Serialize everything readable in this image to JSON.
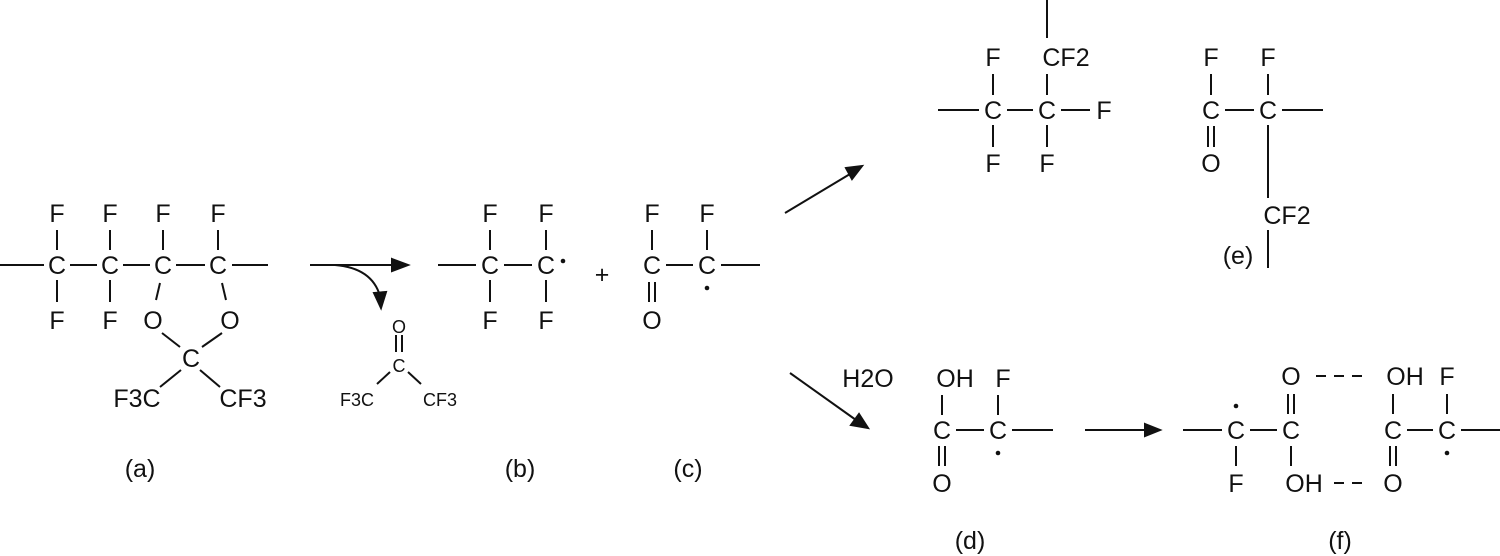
{
  "structures": {
    "a": {
      "label": "(a)",
      "atoms": [
        "C",
        "C",
        "C",
        "C",
        "F",
        "F",
        "F",
        "F",
        "F",
        "F",
        "O",
        "O",
        "C",
        "F3C",
        "CF3"
      ]
    },
    "ketone": {
      "atoms": [
        "O",
        "C",
        "F3C",
        "CF3"
      ]
    },
    "b": {
      "label": "(b)",
      "atoms": [
        "C",
        "C",
        "F",
        "F",
        "F",
        "F"
      ]
    },
    "plus": "+",
    "c": {
      "label": "(c)",
      "atoms": [
        "C",
        "C",
        "F",
        "F",
        "O"
      ]
    },
    "e": {
      "label": "(e)",
      "atoms": [
        "C",
        "C",
        "F",
        "F",
        "F",
        "F",
        "CF2",
        "C",
        "C",
        "F",
        "F",
        "O",
        "CF2"
      ]
    },
    "d": {
      "label": "(d)",
      "reagent": "H2O",
      "atoms": [
        "OH",
        "F",
        "C",
        "C",
        "O"
      ]
    },
    "f": {
      "label": "(f)",
      "atoms": [
        "C",
        "F",
        "C",
        "O",
        "OH",
        "OH",
        "F",
        "C",
        "C",
        "O"
      ]
    }
  },
  "colors": {
    "ink": "#111111",
    "background": "#ffffff"
  }
}
